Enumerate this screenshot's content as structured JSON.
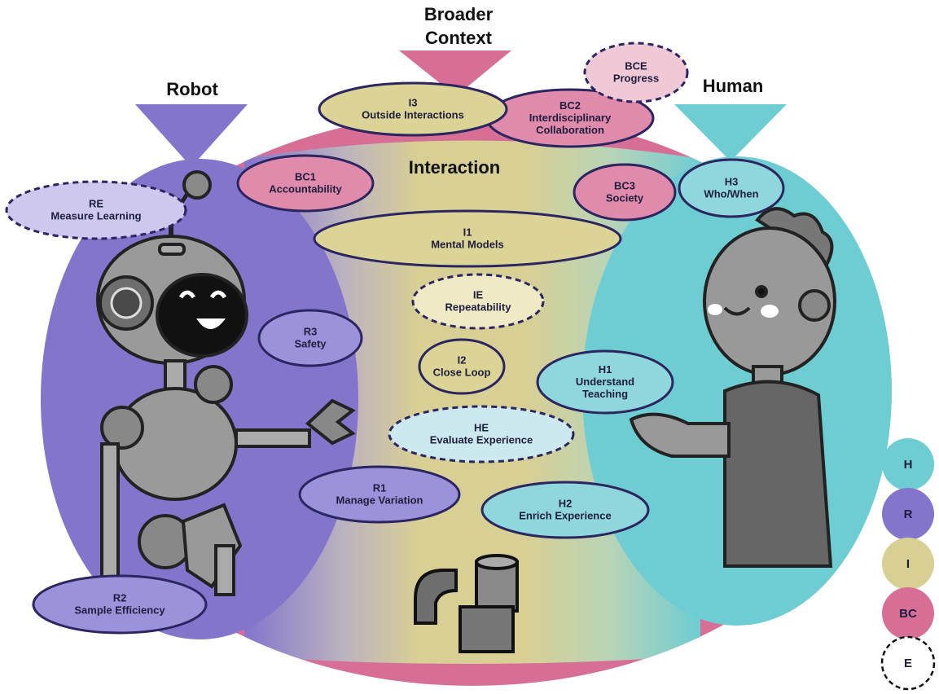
{
  "headings": {
    "broader_context": "Broader Context",
    "robot": "Robot",
    "human": "Human",
    "interaction": "Interaction"
  },
  "colors": {
    "human": "#6ecdd3",
    "robot": "#8375cc",
    "interaction": "#d8cf95",
    "broader_context": "#d66e96",
    "outline": "#2b2560"
  },
  "bubbles": [
    {
      "id": "bc1",
      "code": "BC1",
      "label": "Accountability",
      "category": "broader_context",
      "dashed": false
    },
    {
      "id": "bc2",
      "code": "BC2",
      "label": "Interdisciplinary Collaboration",
      "category": "broader_context",
      "dashed": false
    },
    {
      "id": "bc3",
      "code": "BC3",
      "label": "Society",
      "category": "broader_context",
      "dashed": false
    },
    {
      "id": "bce",
      "code": "BCE",
      "label": "Progress",
      "category": "broader_context",
      "dashed": true
    },
    {
      "id": "i1",
      "code": "I1",
      "label": "Mental Models",
      "category": "interaction",
      "dashed": false
    },
    {
      "id": "i2",
      "code": "I2",
      "label": "Close Loop",
      "category": "interaction",
      "dashed": false
    },
    {
      "id": "i3",
      "code": "I3",
      "label": "Outside Interactions",
      "category": "interaction",
      "dashed": false
    },
    {
      "id": "ie",
      "code": "IE",
      "label": "Repeatability",
      "category": "interaction",
      "dashed": true
    },
    {
      "id": "r1",
      "code": "R1",
      "label": "Manage Variation",
      "category": "robot",
      "dashed": false
    },
    {
      "id": "r2",
      "code": "R2",
      "label": "Sample Efficiency",
      "category": "robot",
      "dashed": false
    },
    {
      "id": "r3",
      "code": "R3",
      "label": "Safety",
      "category": "robot",
      "dashed": false
    },
    {
      "id": "re",
      "code": "RE",
      "label": "Measure Learning",
      "category": "robot",
      "dashed": true
    },
    {
      "id": "h1",
      "code": "H1",
      "label": "Understand Teaching",
      "category": "human",
      "dashed": false
    },
    {
      "id": "h2",
      "code": "H2",
      "label": "Enrich Experience",
      "category": "human",
      "dashed": false
    },
    {
      "id": "h3",
      "code": "H3",
      "label": "Who/When",
      "category": "human",
      "dashed": false
    },
    {
      "id": "he",
      "code": "HE",
      "label": "Evaluate Experience",
      "category": "human",
      "dashed": true
    }
  ],
  "legend": [
    {
      "label": "H",
      "category": "human",
      "dashed": false
    },
    {
      "label": "R",
      "category": "robot",
      "dashed": false
    },
    {
      "label": "I",
      "category": "interaction",
      "dashed": false
    },
    {
      "label": "BC",
      "category": "broader_context",
      "dashed": false
    },
    {
      "label": "E",
      "category": "none",
      "dashed": true
    }
  ]
}
